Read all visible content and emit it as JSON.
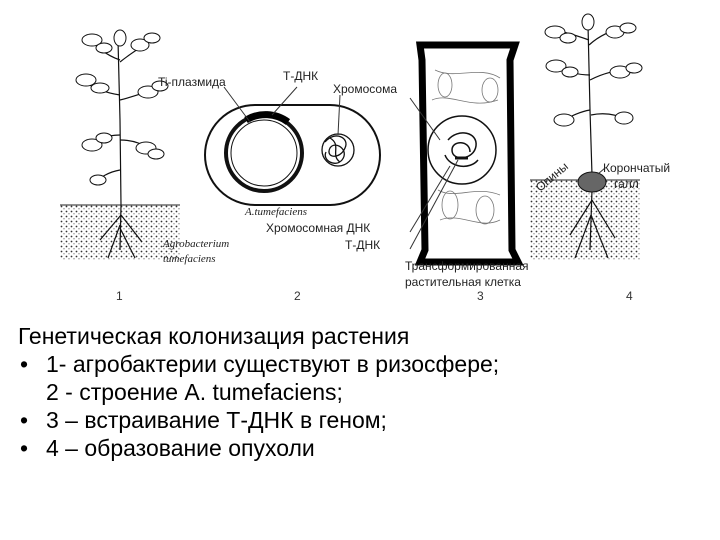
{
  "figure": {
    "labels": {
      "ti_plasmid": "Ti-плазмида",
      "t_dna_top": "Т-ДНК",
      "chromosome": "Хромосома",
      "species": "A.tumefaciens",
      "chromosomal_dna": "Хромосомная ДНК",
      "t_dna_bottom": "Т-ДНК",
      "transformed_cell_line1": "Трансформированная",
      "transformed_cell_line2": "растительная клетка",
      "agrobacterium_line1": "Agrobacterium",
      "agrobacterium_line2": "tumefaciens",
      "opines": "Опины",
      "crown_gall_line1": "Корончатый",
      "crown_gall_line2": "галл"
    },
    "panel_numbers": [
      "1",
      "2",
      "3",
      "4"
    ]
  },
  "caption": {
    "title": "Генетическая колонизация растения",
    "items": [
      {
        "bullet": "•",
        "text": "1- агробактерии существуют в ризосфере;"
      },
      {
        "bullet": "",
        "text": "2 - строение A. tumefaciens;"
      },
      {
        "bullet": "•",
        "text": "3 – встраивание Т-ДНК в геном;"
      },
      {
        "bullet": "•",
        "text": "4 – образование опухоли"
      }
    ]
  }
}
